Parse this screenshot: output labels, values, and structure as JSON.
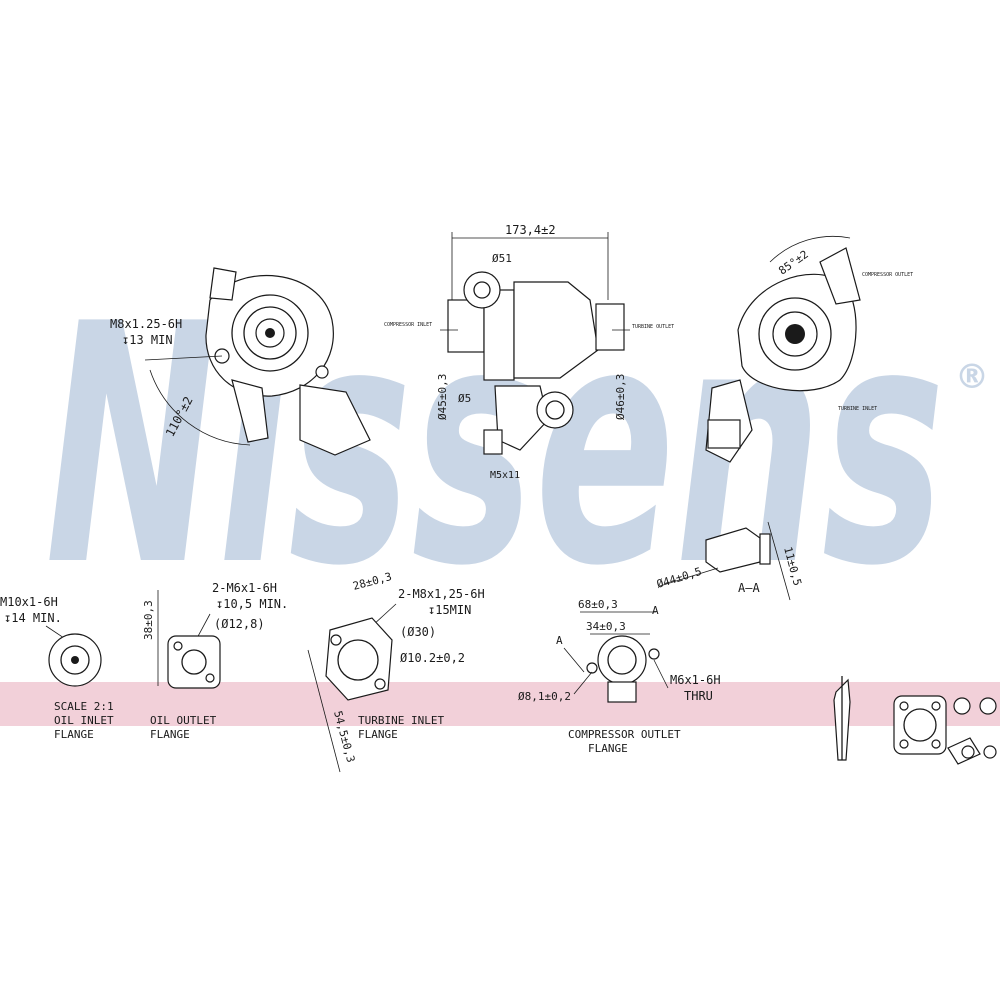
{
  "watermark": {
    "brand": "Nissens",
    "registered": "®"
  },
  "colors": {
    "watermark_blue": "#c9d6e6",
    "watermark_pink": "#f2d0d9",
    "line": "#1a1a1a"
  },
  "views": {
    "left": {
      "thread_line1": "M8x1.25-6H",
      "thread_line2": "↧13 MIN",
      "angle": "110°±2"
    },
    "center": {
      "overall_length": "173,4±2",
      "top_dia": "Ø51",
      "compressor_label": "COMPRESSOR INLET",
      "turbine_label": "TURBINE OUTLET",
      "dia_left": "Ø45±0,3",
      "dia_right": "Ø46±0,3",
      "small_dia": "Ø5",
      "bottom_thread": "M5x11"
    },
    "right": {
      "angle": "85°±2",
      "compressor_outlet": "COMPRESSOR OUTLET",
      "turbine_inlet": "TURBINE INLET"
    }
  },
  "section_aa": {
    "title": "A–A",
    "dim_dia": "Ø44±0,5",
    "dim_len": "11±0,5"
  },
  "flanges": {
    "oil_inlet": {
      "thread_line1": "M10x1-6H",
      "thread_line2": "↧14 MIN.",
      "scale": "SCALE 2:1",
      "label_line1": "OIL INLET",
      "label_line2": "FLANGE"
    },
    "oil_outlet": {
      "height": "38±0,3",
      "thread_line1": "2-M6x1-6H",
      "thread_line2": "↧10,5 MIN.",
      "pitch_dia": "(Ø12,8)",
      "label_line1": "OIL OUTLET",
      "label_line2": "FLANGE"
    },
    "turbine_inlet": {
      "width": "28±0,3",
      "thread_line1": "2-M8x1,25-6H",
      "thread_line2": "↧15MIN",
      "dia1": "(Ø30)",
      "dia2": "Ø10.2±0,2",
      "height": "54,5±0,3",
      "label_line1": "TURBINE INLET",
      "label_line2": "FLANGE"
    },
    "compressor_outlet": {
      "width1": "68±0,3",
      "width2": "34±0,3",
      "section_mark": "A",
      "hole_dia": "Ø8,1±0,2",
      "thread_line1": "M6x1-6H",
      "thread_line2": "THRU",
      "label_line1": "COMPRESSOR OUTLET",
      "label_line2": "FLANGE"
    }
  }
}
